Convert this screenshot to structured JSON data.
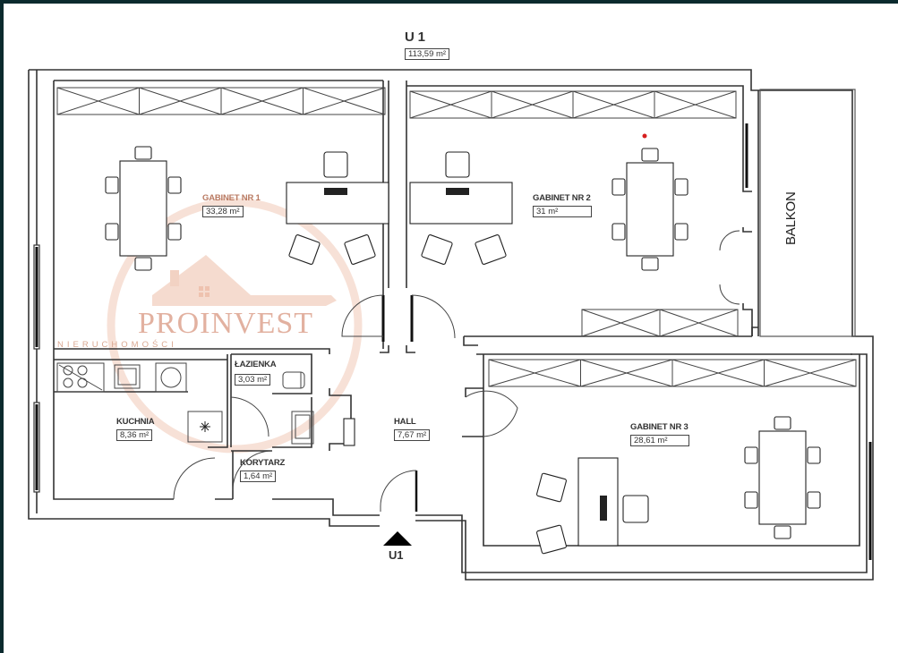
{
  "plan": {
    "unit_title": "U 1",
    "unit_area": "113,59 m²",
    "entrance_label": "U1",
    "rooms": [
      {
        "id": "gabinet-1",
        "name": "GABINET NR 1",
        "area": "33,28 m²"
      },
      {
        "id": "gabinet-2",
        "name": "GABINET NR 2",
        "area": "31 m²"
      },
      {
        "id": "gabinet-3",
        "name": "GABINET NR 3",
        "area": "28,61 m²"
      },
      {
        "id": "kuchnia",
        "name": "KUCHNIA",
        "area": "8,36 m²"
      },
      {
        "id": "lazienka",
        "name": "ŁAZIENKA",
        "area": "3,03 m²"
      },
      {
        "id": "korytarz",
        "name": "KORYTARZ",
        "area": "1,64 m²"
      },
      {
        "id": "hall",
        "name": "HALL",
        "area": "7,67 m²"
      }
    ],
    "balcony_label": "BALKON"
  },
  "watermark": {
    "brand": "PROINVEST",
    "subtitle": "NIERUCHOMOŚCI"
  },
  "colors": {
    "walls": "#333333",
    "watermark": "#e2b1a0",
    "frame": "#0b2a2e",
    "marker": "#d61f1f"
  }
}
